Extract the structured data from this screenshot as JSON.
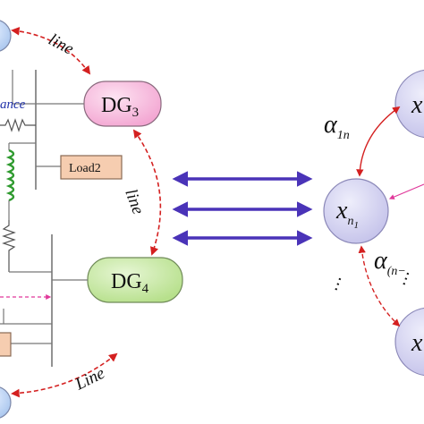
{
  "colors": {
    "dg3_fill": "#f7b6dc",
    "dg4_fill": "#c5e8a3",
    "node_fill": "#d7d6f2",
    "load_fill": "#f6cdb0",
    "line_red": "#d42020",
    "arrow_blue": "#4a33b8",
    "pink_arrow": "#e0389a",
    "coil_green": "#2e9a2e",
    "bus_gray": "#777777"
  },
  "labels": {
    "dg3_main": "DG",
    "dg3_sub": "3",
    "dg4_main": "DG",
    "dg4_sub": "4",
    "line_top": "line",
    "line_mid": "line",
    "line_bottom": "Line",
    "impedance": "ance",
    "load2": "Load2",
    "alpha1n_main": "α",
    "alpha1n_sub": "1n",
    "alphan_main": "α",
    "alphan_sub": "(n−",
    "xn1_main": "x",
    "xn1_sub": "n",
    "xn1_subsub": "1",
    "top_node_partial": "x",
    "bottom_node_partial": "x",
    "dots_left": "⋯",
    "dots_right": "⋯"
  }
}
